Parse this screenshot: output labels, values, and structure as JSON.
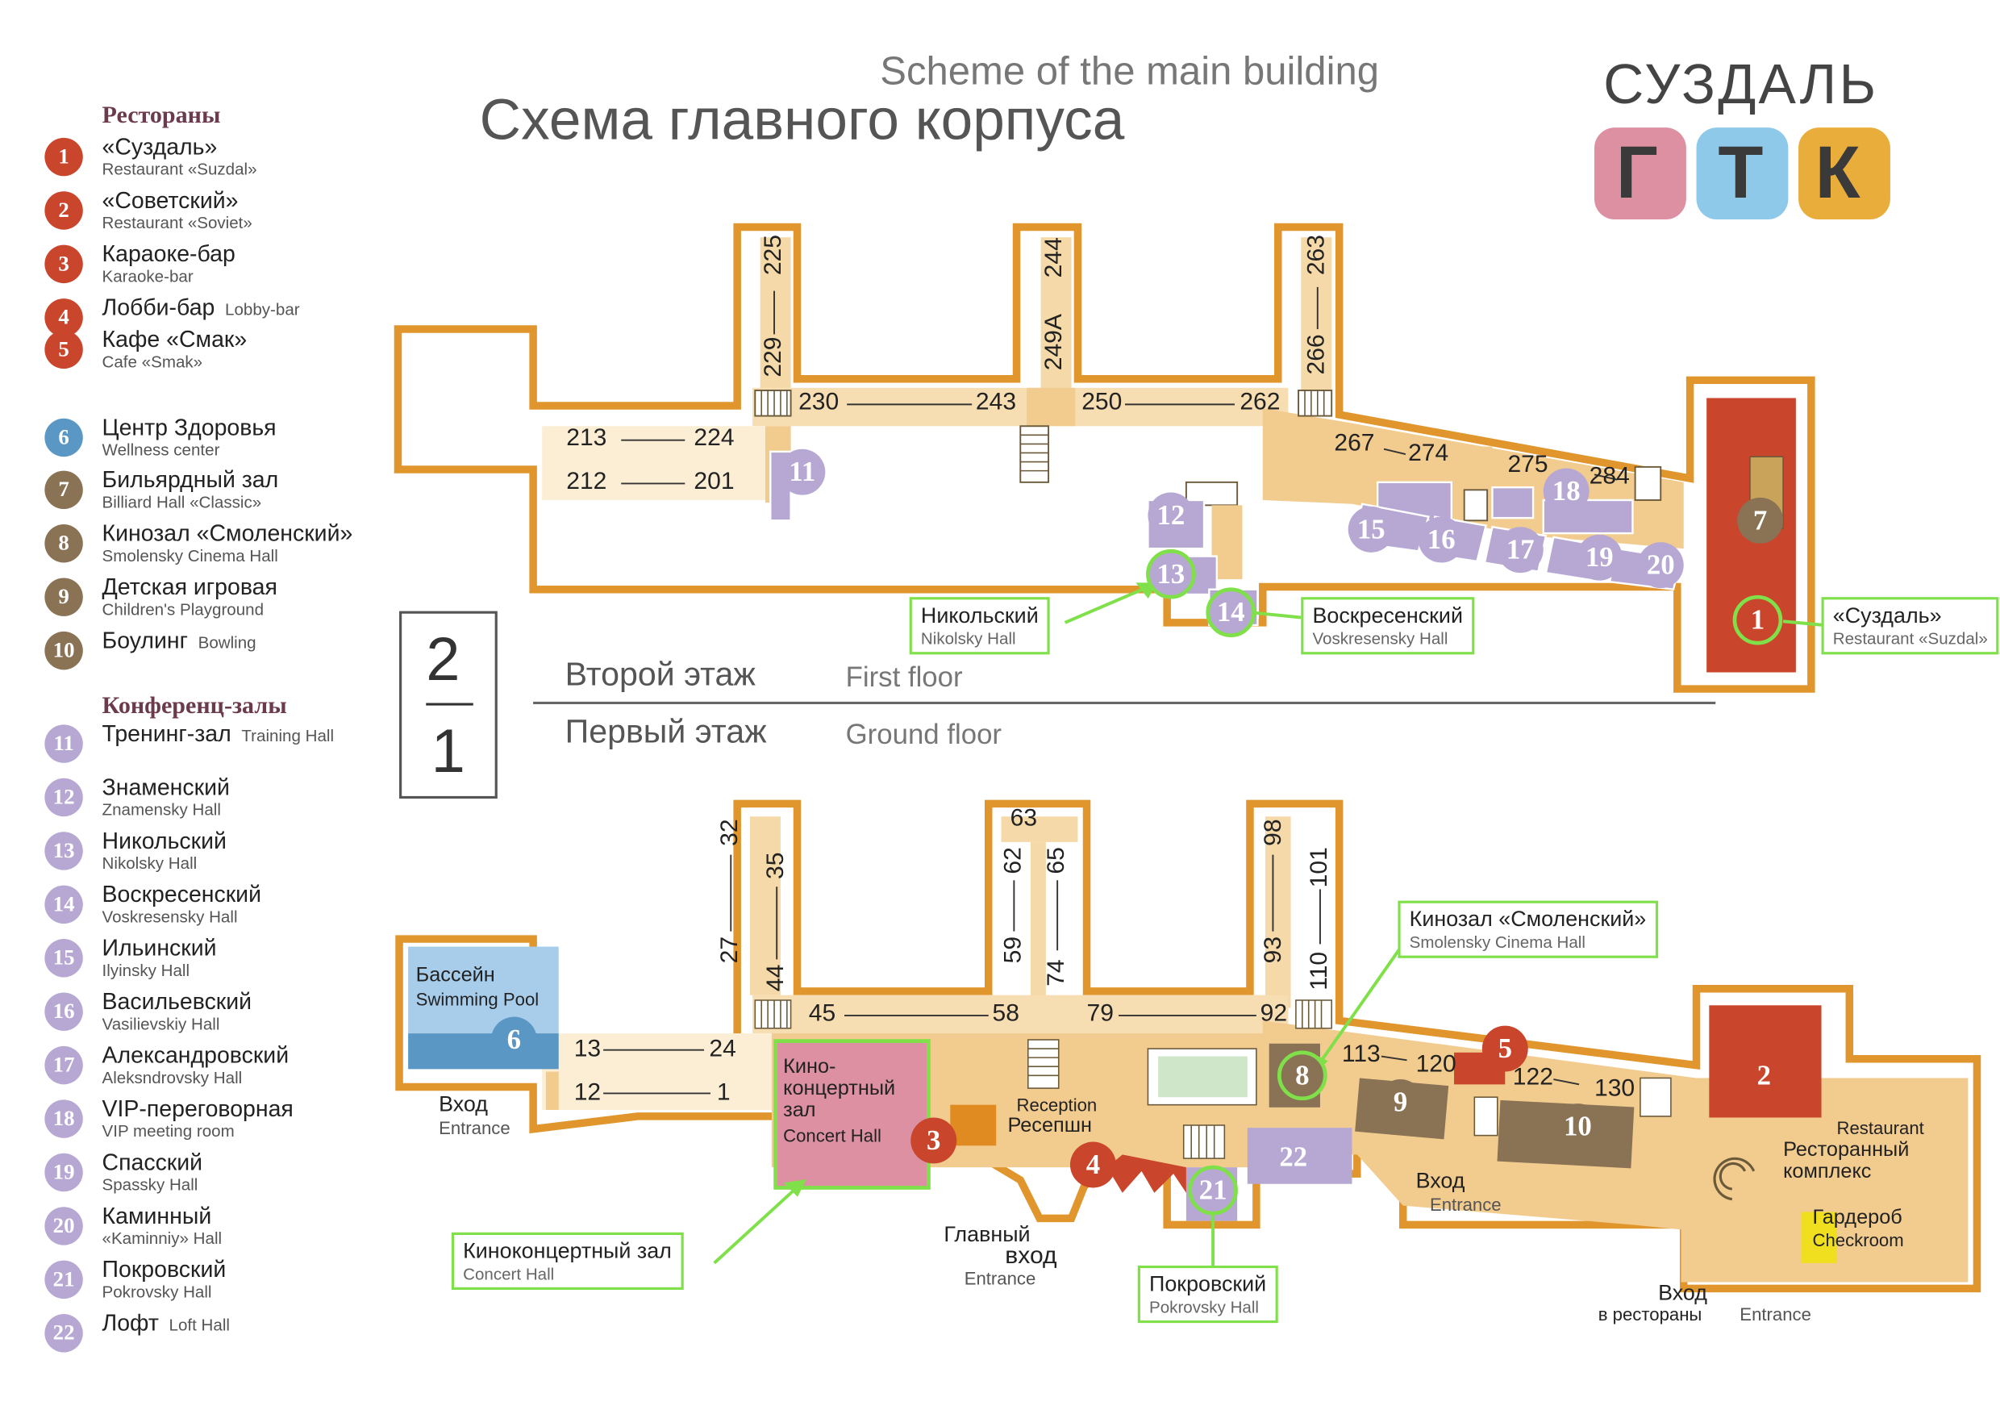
{
  "title_en": "Scheme of the main building",
  "title_ru": "Схема главного корпуса",
  "logo": {
    "word": "СУЗДАЛЬ",
    "letters": [
      "Г",
      "Т",
      "К"
    ],
    "colors": [
      "#dc90a2",
      "#8fc9ea",
      "#e9ad3c"
    ]
  },
  "colors": {
    "restaurant": "#c9452b",
    "wellness": "#5b97c4",
    "leisure": "#8a7254",
    "conference": "#b6a8d2",
    "wall": "#e0962c",
    "floor": "#f2cb8e",
    "callout_border": "#7fe04a"
  },
  "legend": {
    "restaurants_header": "Рестораны",
    "conference_header": "Конференц-залы",
    "items": [
      {
        "num": "1",
        "ru": "«Суздаль»",
        "en": "Restaurant «Suzdal»",
        "kind": "restaurant"
      },
      {
        "num": "2",
        "ru": "«Советский»",
        "en": "Restaurant «Soviet»",
        "kind": "restaurant"
      },
      {
        "num": "3",
        "ru": "Караоке-бар",
        "en": "Karaoke-bar",
        "kind": "restaurant"
      },
      {
        "num": "4",
        "ru": "Лобби-бар",
        "en": "Lobby-bar",
        "kind": "restaurant"
      },
      {
        "num": "5",
        "ru": "Кафе «Смак»",
        "en": "Cafe «Smak»",
        "kind": "restaurant"
      },
      {
        "num": "6",
        "ru": "Центр Здоровья",
        "en": "Wellness center",
        "kind": "wellness"
      },
      {
        "num": "7",
        "ru": "Бильярдный зал",
        "en": "Billiard Hall «Classic»",
        "kind": "leisure"
      },
      {
        "num": "8",
        "ru": "Кинозал «Смоленский»",
        "en": "Smolensky Cinema Hall",
        "kind": "leisure"
      },
      {
        "num": "9",
        "ru": "Детская игровая",
        "en": "Children's Playground",
        "kind": "leisure"
      },
      {
        "num": "10",
        "ru": "Боулинг",
        "en": "Bowling",
        "kind": "leisure"
      },
      {
        "num": "11",
        "ru": "Тренинг-зал",
        "en": "Training Hall",
        "kind": "conference"
      },
      {
        "num": "12",
        "ru": "Знаменский",
        "en": "Znamensky Hall",
        "kind": "conference"
      },
      {
        "num": "13",
        "ru": "Никольский",
        "en": "Nikolsky Hall",
        "kind": "conference"
      },
      {
        "num": "14",
        "ru": "Воскресенский",
        "en": "Voskresensky Hall",
        "kind": "conference"
      },
      {
        "num": "15",
        "ru": "Ильинский",
        "en": "Ilyinsky Hall",
        "kind": "conference"
      },
      {
        "num": "16",
        "ru": "Васильевский",
        "en": "Vasilievskiy Hall",
        "kind": "conference"
      },
      {
        "num": "17",
        "ru": "Александровский",
        "en": "Aleksndrovsky Hall",
        "kind": "conference"
      },
      {
        "num": "18",
        "ru": "VIP-переговорная",
        "en": "VIP meeting room",
        "kind": "conference"
      },
      {
        "num": "19",
        "ru": "Спасский",
        "en": "Spassky Hall",
        "kind": "conference"
      },
      {
        "num": "20",
        "ru": "Каминный",
        "en": "«Kaminniy» Hall",
        "kind": "conference"
      },
      {
        "num": "21",
        "ru": "Покровский",
        "en": "Pokrovsky Hall",
        "kind": "conference"
      },
      {
        "num": "22",
        "ru": "Лофт",
        "en": "Loft Hall",
        "kind": "conference"
      }
    ]
  },
  "floor_switch": {
    "top": "2",
    "bottom": "1"
  },
  "floors": {
    "second_ru": "Второй этаж",
    "second_en": "First floor",
    "first_ru": "Первый этаж",
    "first_en": "Ground floor"
  },
  "rooms_upper": {
    "r225": "225",
    "r229": "229",
    "r244": "244",
    "r249a": "249А",
    "r263": "263",
    "r266": "266",
    "r230": "230",
    "r243": "243",
    "r250": "250",
    "r262": "262",
    "r213": "213",
    "r224": "224",
    "r212": "212",
    "r201": "201",
    "r267": "267",
    "r274": "274",
    "r275": "275",
    "r284": "284"
  },
  "rooms_lower": {
    "r32": "32",
    "r27": "27",
    "r35": "35",
    "r44": "44",
    "r63": "63",
    "r62": "62",
    "r59": "59",
    "r65": "65",
    "r74": "74",
    "r98": "98",
    "r93": "93",
    "r101": "101",
    "r110": "110",
    "r45": "45",
    "r58": "58",
    "r79": "79",
    "r92": "92",
    "r13": "13",
    "r24": "24",
    "r12": "12",
    "r1": "1",
    "r113": "113",
    "r120": "120",
    "r122": "122",
    "r130": "130"
  },
  "labels": {
    "pool_ru": "Бассейн",
    "pool_en": "Swimming Pool",
    "entrance_ru": "Вход",
    "entrance_en": "Entrance",
    "concert_ru": "Кино-концертный зал",
    "concert_en": "Concert Hall",
    "reception_en": "Reception",
    "reception_ru": "Ресепшн",
    "main_entrance_ru1": "Главный",
    "main_entrance_ru2": "вход",
    "main_entrance_en": "Entrance",
    "entrance2_ru": "Вход",
    "entrance2_en": "Entrance",
    "restaurant_complex_en": "Restaurant",
    "restaurant_complex_ru": "Ресторанный комплекс",
    "checkroom_ru": "Гардероб",
    "checkroom_en": "Checkroom",
    "rest_entrance_ru1": "Вход",
    "rest_entrance_ru2": "в рестораны",
    "rest_entrance_en": "Entrance"
  },
  "callouts": {
    "nikolsky": {
      "ru": "Никольский",
      "en": "Nikolsky Hall"
    },
    "voskresensky": {
      "ru": "Воскресенский",
      "en": "Voskresensky Hall"
    },
    "suzdal": {
      "ru": "«Суздаль»",
      "en": "Restaurant «Suzdal»"
    },
    "smolensky": {
      "ru": "Кинозал «Смоленский»",
      "en": "Smolensky Cinema Hall"
    },
    "concert": {
      "ru": "Киноконцертный зал",
      "en": "Concert Hall"
    },
    "pokrovsky": {
      "ru": "Покровский",
      "en": "Pokrovsky Hall"
    }
  }
}
